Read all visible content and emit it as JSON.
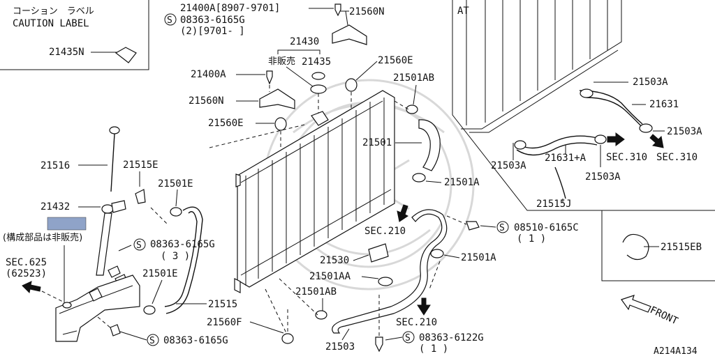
{
  "caution_box": {
    "jp_title": "コーション　ラベル",
    "en_title": "CAUTION LABEL",
    "part": "21435N"
  },
  "at_box": {
    "title": "AT",
    "labels": {
      "p21503A_a": "21503A",
      "p21631": "21631",
      "p21503A_b": "21503A",
      "sec310_a": "SEC.310",
      "sec310_b": "SEC.310",
      "p21503A_c": "21503A",
      "p21631A": "21631+A",
      "p21503A_d": "21503A",
      "p21515J": "21515J"
    }
  },
  "clip_box": {
    "part": "21515EB"
  },
  "top_notes": {
    "l1": "21400A[8907-9701]",
    "l2_num": "08363-6165G",
    "l3": "(2)[9701-    ]",
    "s": "S"
  },
  "labels": {
    "p21560N_top": "21560N",
    "p21430": "21430",
    "not_sold": "非販売",
    "p21435": "21435",
    "p21560E_top": "21560E",
    "p21400A": "21400A",
    "p21501AB_top": "21501AB",
    "p21560N": "21560N",
    "p21560E": "21560E",
    "p21501": "21501",
    "p21516": "21516",
    "p21515E": "21515E",
    "p21501E_top": "21501E",
    "p21501A_top": "21501A",
    "p21432": "21432",
    "jp_note": "(構成部品は非販売)",
    "sec210_top": "SEC.210",
    "sec625": "SEC.625",
    "sec625_sub": "(62523)",
    "bolt_mid": "08363-6165G",
    "bolt_mid_qty": "( 3 )",
    "p21530": "21530",
    "p21501A_mid": "21501A",
    "p21501AA": "21501AA",
    "p21501E_bot": "21501E",
    "p21501AB_bot": "21501AB",
    "p21515": "21515",
    "p21560F": "21560F",
    "sec210_bot": "SEC.210",
    "p21503": "21503",
    "bolt_bot": "08363-6165G",
    "bolt_right_b": "08363-6122G",
    "bolt_right_b_qty": "( 1 )",
    "bolt_right": "08510-6165C",
    "bolt_right_qty": "( 1 )",
    "front": "FRONT",
    "s": "S",
    "ref_code": "A214A134"
  },
  "colors": {
    "line": "#111111",
    "swatch": "#8fa3c8",
    "watermark": "#d8d8d8"
  }
}
